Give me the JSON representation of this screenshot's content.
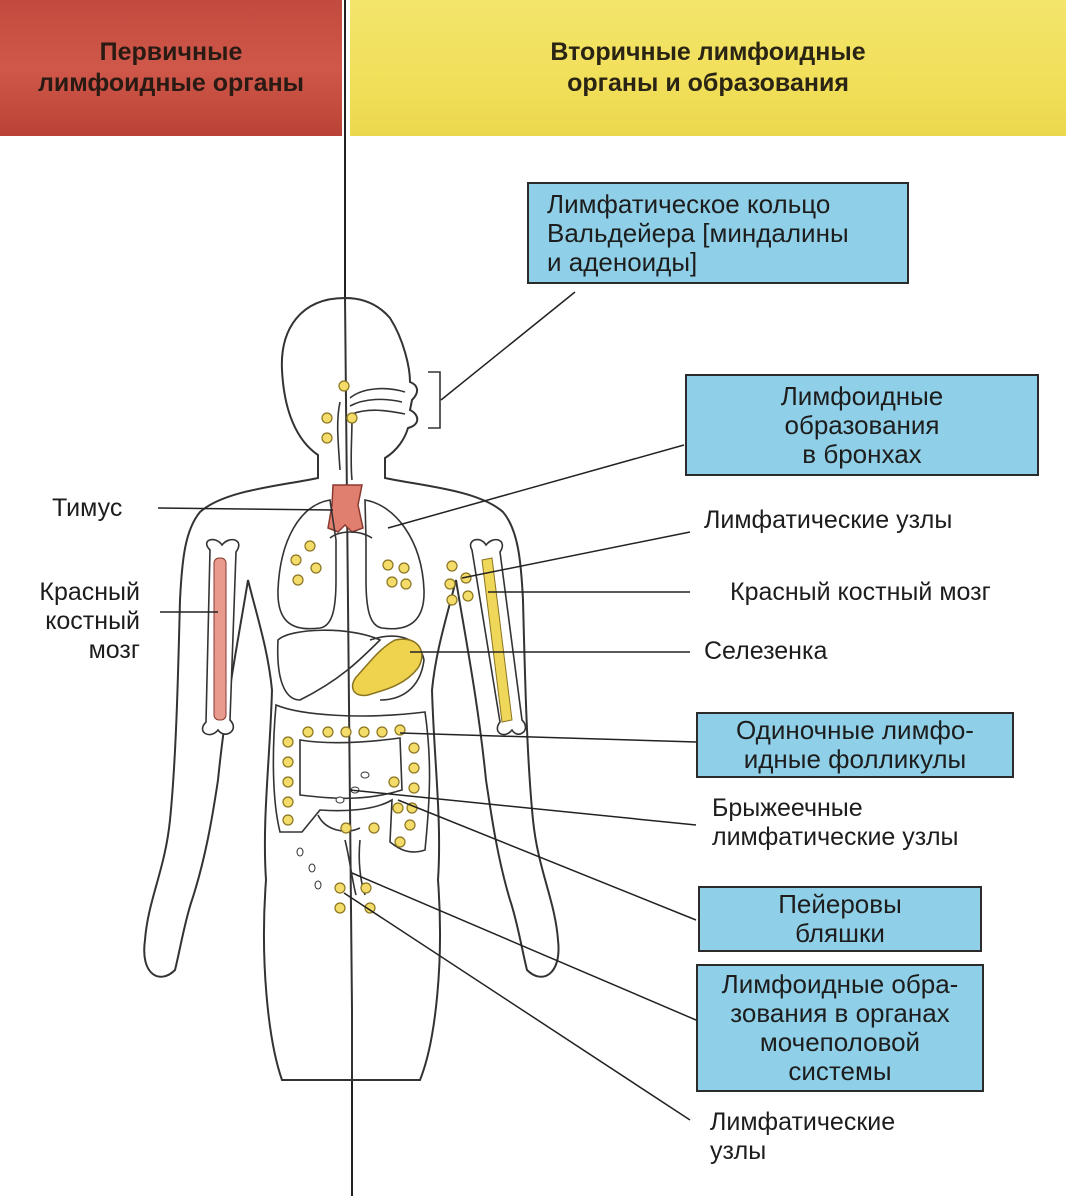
{
  "headers": {
    "primary": "Первичные\nлимфоидные органы",
    "secondary": "Вторичные лимфоидные\nорганы и образования"
  },
  "boxes": {
    "waldeyer": "Лимфатическое кольцо\nВальдейера [миндалины\nи аденоиды]",
    "bronchi": "Лимфоидные\nобразования\nв бронхах",
    "follicles": "Одиночные лимфо-\nидные фолликулы",
    "peyer": "Пейеровы\nбляшки",
    "urogenital": "Лимфоидные обра-\nзования в органах\nмочеполовой\nсистемы"
  },
  "labels": {
    "thymus": "Тимус",
    "red_marrow_left": "Красный\nкостный\nмозг",
    "lymph_nodes_upper": "Лимфатические узлы",
    "red_marrow_right": "Красный костный мозг",
    "spleen": "Селезенка",
    "mesenteric": "Брыжеечные\nлимфатические узлы",
    "lymph_nodes_lower": "Лимфатические\nузлы"
  },
  "colors": {
    "primary_header": "#c85044",
    "secondary_header": "#f2e060",
    "box_fill": "#8fd0e8",
    "thymus": "#e07f70",
    "marrow_red": "#e89a8c",
    "marrow_yellow": "#efd75a",
    "spleen": "#efd24e",
    "node_yellow": "#f3dc6a"
  }
}
